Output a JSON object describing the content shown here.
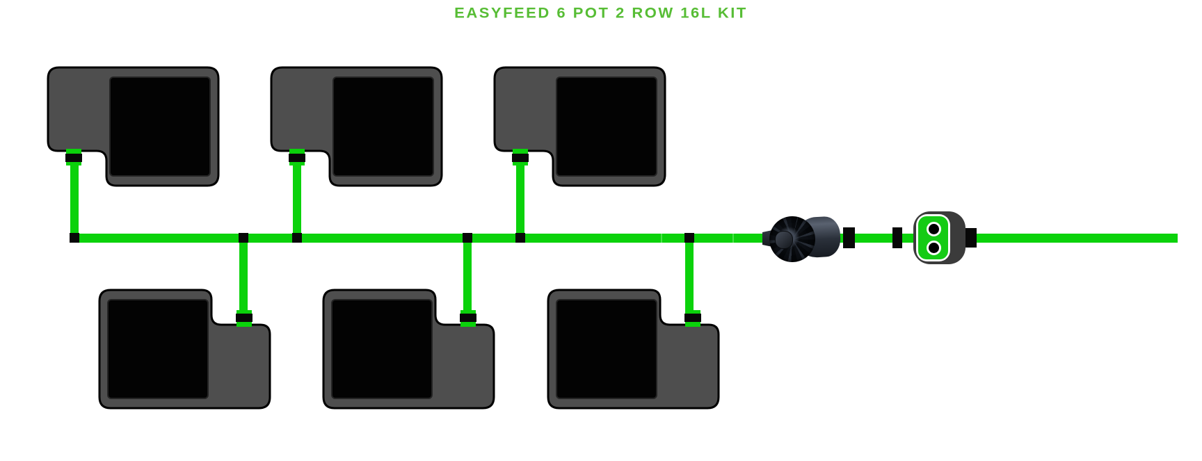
{
  "title": {
    "text": "EASYFEED 6 POT 2 ROW 16L KIT"
  },
  "colors": {
    "background": "#ffffff",
    "title": "#57bd35",
    "tube": "#0bd20b",
    "tube_seam": "#4ae04a",
    "tray": "#4e4e4e",
    "tray_outline": "#000000",
    "pot": "#030303",
    "fitting": "#080808",
    "pump_body_light": "#5a6270",
    "pump_body_dark": "#171b22",
    "impeller": "#0b0e13",
    "connector_shell": "#3b3b3b",
    "connector_green": "#15cb15",
    "connector_port": "#000000",
    "port_ring": "#ffffff"
  },
  "diagram": {
    "kit_name": "EASYFEED 6 POT 2 ROW 16L KIT",
    "pots_top_row": 3,
    "pots_bottom_row": 3,
    "pots_total": 6,
    "rows": 2,
    "pot_size_label": "16L",
    "components": [
      "pot-tray-with-cover",
      "feed-tube",
      "tee-fitting",
      "elbow-fitting",
      "inline-pump-filter",
      "easyfeed-outlet-manifold"
    ]
  }
}
